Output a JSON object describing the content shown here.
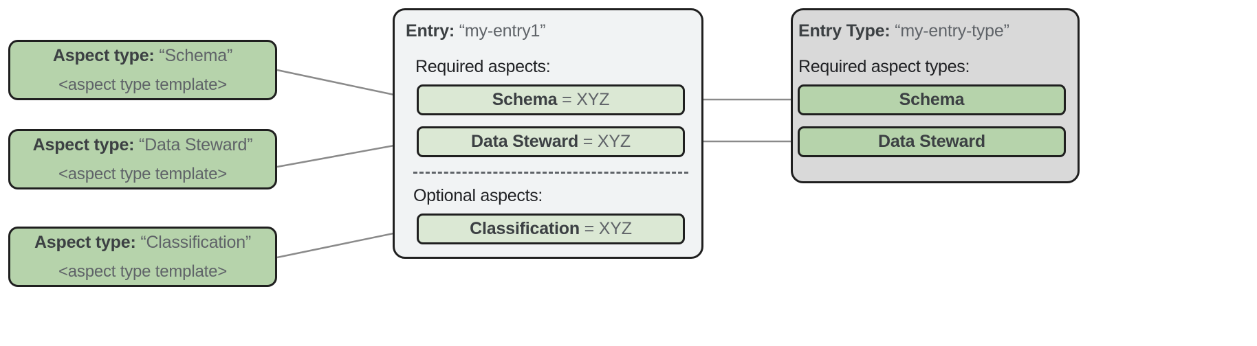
{
  "diagram": {
    "aspect_type_cards": [
      {
        "label_bold": "Aspect type:",
        "name": "“Schema”",
        "template": "<aspect type template>"
      },
      {
        "label_bold": "Aspect type:",
        "name": "“Data Steward”",
        "template": "<aspect type template>"
      },
      {
        "label_bold": "Aspect type:",
        "name": "“Classification”",
        "template": "<aspect type template>"
      }
    ],
    "entry_panel": {
      "title_bold": "Entry:",
      "title_name": "“my-entry1”",
      "required_label": "Required aspects:",
      "optional_label": "Optional aspects:",
      "required_aspects": [
        {
          "name": "Schema",
          "value": "= XYZ"
        },
        {
          "name": "Data Steward",
          "value": "= XYZ"
        }
      ],
      "optional_aspects": [
        {
          "name": "Classification",
          "value": "= XYZ"
        }
      ]
    },
    "entry_type_panel": {
      "title_bold": "Entry Type:",
      "title_name": "“my-entry-type”",
      "required_label": "Required aspect types:",
      "required_aspect_types": [
        {
          "name": "Schema"
        },
        {
          "name": "Data Steward"
        }
      ]
    },
    "colors": {
      "aspect_card_green": "#b6d3ab",
      "chip_light_green": "#dbe8d4",
      "entry_panel_gray": "#f1f3f4",
      "entry_type_panel_gray": "#d9d9d9",
      "outline": "#1f1f1f",
      "connector": "#8a8a8a",
      "divider": "#5f6368"
    }
  }
}
